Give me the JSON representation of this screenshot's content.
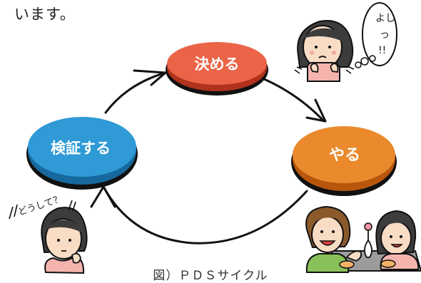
{
  "intro_text": "います。",
  "caption": "図）ＰＤＳサイクル",
  "nodes": {
    "decide": {
      "label": "決める",
      "color": "#ec6448",
      "dark": "#b0321c"
    },
    "do": {
      "label": "やる",
      "color": "#ea8a2d",
      "dark": "#b8560b"
    },
    "verify": {
      "label": "検証する",
      "color": "#2f9ad6",
      "dark": "#17689d"
    }
  },
  "speech_top": {
    "line1": "よし",
    "line2": "っ",
    "line3": "!!"
  },
  "speech_bottom": "どうして？"
}
